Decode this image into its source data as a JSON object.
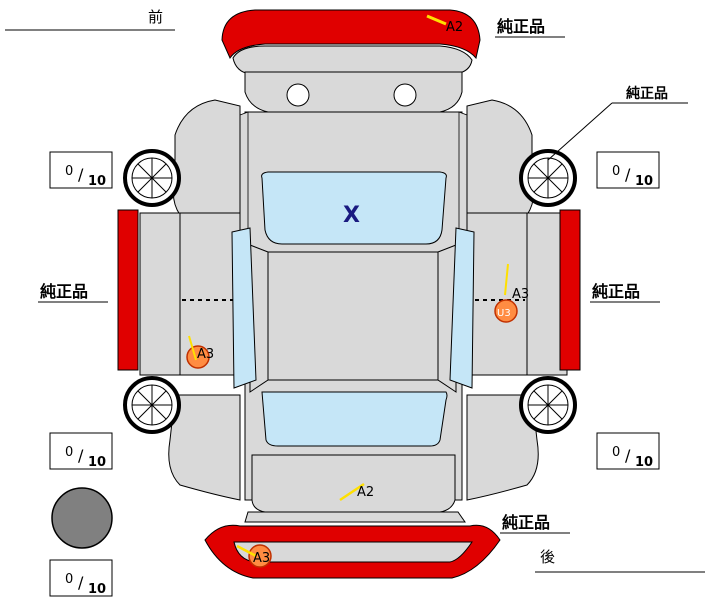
{
  "labels": {
    "front": "前",
    "rear": "後",
    "genuine_top": "純正品",
    "genuine_right_upper": "純正品",
    "genuine_left": "純正品",
    "genuine_right": "純正品",
    "genuine_bottom": "純正品"
  },
  "tire_scores": {
    "front_left": {
      "num": "0",
      "den": "10"
    },
    "front_right": {
      "num": "0",
      "den": "10"
    },
    "rear_left": {
      "num": "0",
      "den": "10"
    },
    "rear_right": {
      "num": "0",
      "den": "10"
    },
    "spare": {
      "num": "0",
      "den": "10"
    }
  },
  "marks": {
    "windshield": "X",
    "front_bumper": "A2",
    "right_rear_door": "A3",
    "right_rear_door_badge": "U3",
    "left_rear_door": "A3",
    "trunk": "A2",
    "rear_bumper": "A3"
  },
  "colors": {
    "bumper_red": "#e00000",
    "body_gray": "#d9d9d9",
    "glass_blue": "#c5e6f7",
    "mark_yellow": "#ffe000",
    "mark_orange": "#ff8c42",
    "mark_x_navy": "#1a1a80"
  }
}
